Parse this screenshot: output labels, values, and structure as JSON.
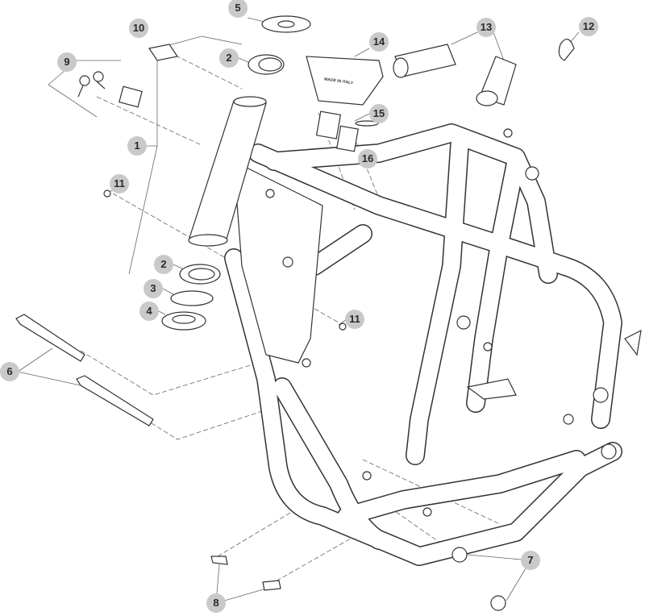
{
  "diagram": {
    "title": "Frame exploded parts view",
    "part_stamp": "MADE IN ITALY",
    "callouts": [
      "1",
      "2",
      "2",
      "3",
      "4",
      "5",
      "6",
      "7",
      "8",
      "9",
      "10",
      "11",
      "11",
      "12",
      "13",
      "14",
      "15",
      "16"
    ],
    "colors": {
      "callout_fill": "#c9c9c9",
      "line": "#333333",
      "leader": "#555555"
    }
  }
}
